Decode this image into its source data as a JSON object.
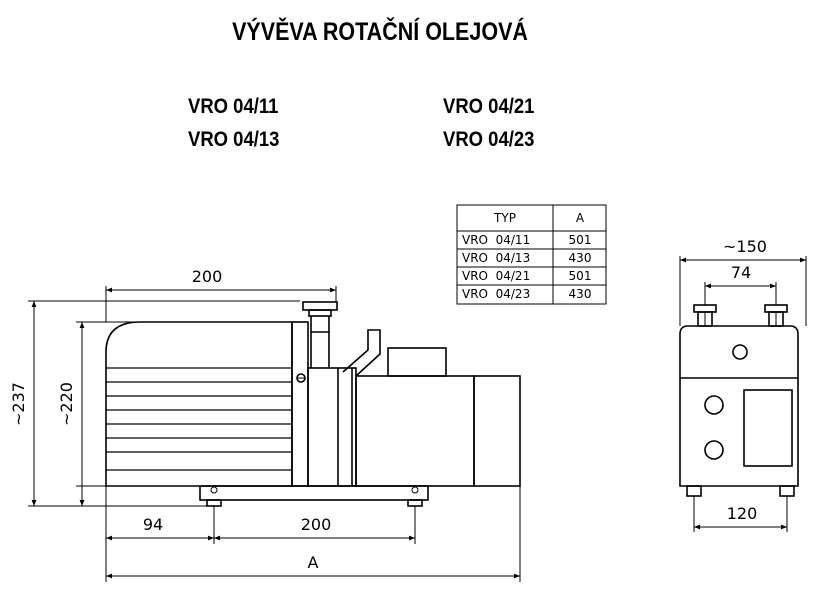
{
  "title": "VÝVĚVA ROTAČNÍ OLEJOVÁ",
  "models": [
    "VRO 04/11",
    "VRO 04/21",
    "VRO 04/13",
    "VRO 04/23"
  ],
  "table": {
    "headers": [
      "TYP",
      "A"
    ],
    "rows": [
      {
        "typ": "VRO  04/11",
        "a": "501"
      },
      {
        "typ": "VRO  04/13",
        "a": "430"
      },
      {
        "typ": "VRO  04/21",
        "a": "501"
      },
      {
        "typ": "VRO  04/23",
        "a": "430"
      }
    ]
  },
  "dimensions": {
    "side": {
      "top_length": "200",
      "overall_height": "~237",
      "body_height": "~220",
      "left_offset": "94",
      "base_length": "200",
      "total_length": "A"
    },
    "end": {
      "overall_width": "~150",
      "port_spacing": "74",
      "feet_spacing": "120"
    }
  }
}
